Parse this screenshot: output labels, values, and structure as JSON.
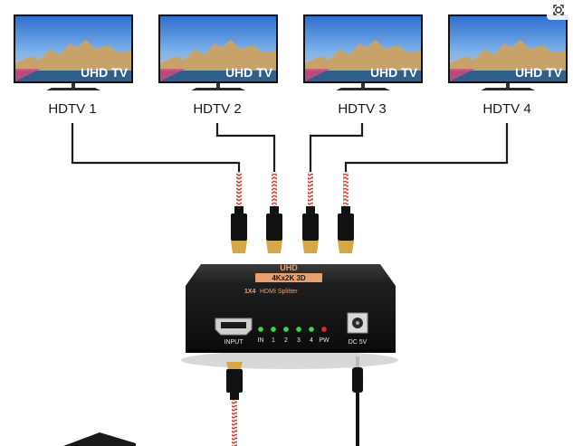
{
  "tvs": [
    {
      "badge": "UHD TV",
      "label": "HDTV 1"
    },
    {
      "badge": "UHD TV",
      "label": "HDTV 2"
    },
    {
      "badge": "UHD TV",
      "label": "HDTV 3"
    },
    {
      "badge": "UHD TV",
      "label": "HDTV 4"
    }
  ],
  "splitter": {
    "brand": "UHD",
    "resolution": "4Kx2K 3D",
    "model_prefix": "1X4",
    "model": "HDMI Splitter",
    "input_label": "INPUT",
    "led_labels": [
      "IN",
      "1",
      "2",
      "3",
      "4",
      "PW"
    ],
    "power_label": "DC 5V"
  },
  "colors": {
    "cable": "#1a1a1a",
    "braid_red": "#c0392b",
    "led_green": "#37d94a",
    "led_red": "#e0322a",
    "label_orange": "#e8a070"
  },
  "icons": {
    "lens": "lens-search-icon"
  }
}
